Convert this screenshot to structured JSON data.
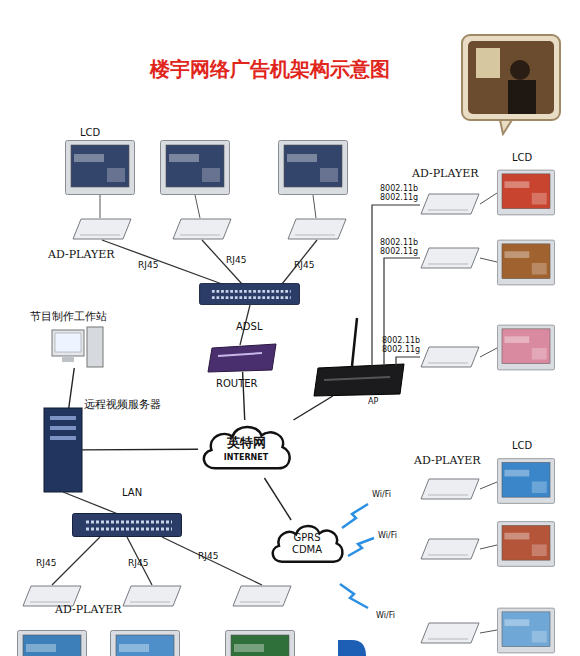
{
  "diagram": {
    "title": "楼宇网络广告机架构示意图",
    "nodes": [
      {
        "text": [
          "节目制作工作站"
        ]
      },
      {
        "text": [
          "远程视频服务器"
        ]
      },
      {
        "text": [
          "英特网",
          "INTERNET"
        ]
      },
      {
        "text": [
          "ROUTER"
        ]
      },
      {
        "text": [
          "AP"
        ]
      },
      {
        "text": [
          "GPRS CDMA"
        ]
      }
    ],
    "edges": [
      {
        "from": 0,
        "to": 1,
        "arrow": "none"
      },
      {
        "from": 1,
        "to": 2,
        "arrow": "none"
      },
      {
        "from": 3,
        "to": 2,
        "arrow": "none"
      },
      {
        "from": 4,
        "to": 2,
        "arrow": "none"
      },
      {
        "from": 2,
        "to": 5,
        "arrow": "none"
      }
    ],
    "labels": [
      "LCD",
      "AD-PLAYER",
      "LCD",
      "8002.11b 8002.11g",
      "8002.11b 8002.11g",
      "AD-PLAYER",
      "RJ45",
      "RJ45",
      "RJ45",
      "ADSL",
      "8002.11b 8002.11g",
      "LCD",
      "AD-PLAYER",
      "LAN",
      "Wi/Fi",
      "Wi/Fi",
      "RJ45",
      "RJ45",
      "RJ45",
      "AD-PLAYER",
      "Wi/Fi"
    ]
  }
}
